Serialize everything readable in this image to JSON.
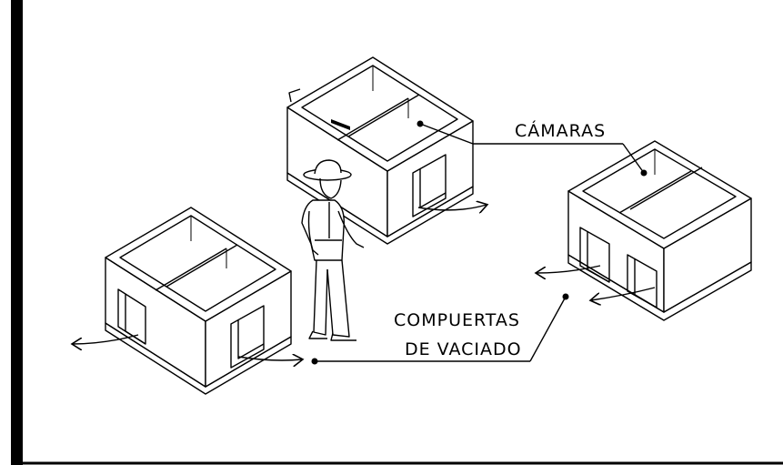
{
  "labels": {
    "camaras": "CÁMARAS",
    "compuertas_line1": "COMPUERTAS",
    "compuertas_line2": "DE VACIADO"
  },
  "colors": {
    "ink": "#000000",
    "background": "#ffffff",
    "frame": "#000000"
  },
  "icons": {
    "figure": "farmer-with-hat",
    "arrows": "curved-flow-arrow",
    "leader_marker": "filled-dot"
  }
}
